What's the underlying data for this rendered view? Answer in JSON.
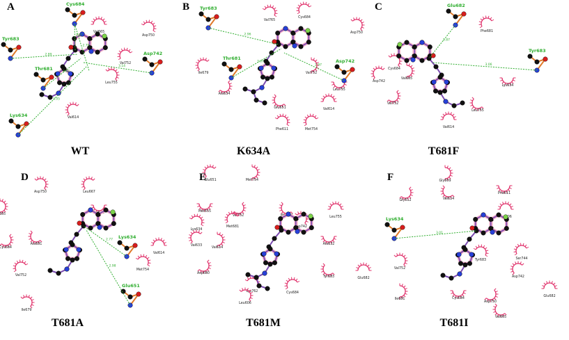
{
  "panels": [
    {
      "label": "A",
      "title": "WT",
      "hbond_residues": [
        "Cys684",
        "Tyr683",
        "Thr681",
        "Asp742",
        "Lys634"
      ],
      "contact_residues": [
        "Val665",
        "Asp750",
        "Val752",
        "Leu755",
        "Val614"
      ],
      "distances": [
        "3.07",
        "2.89",
        "2.97",
        "3.14",
        "3.05",
        "2.79"
      ]
    },
    {
      "label": "B",
      "title": "K634A",
      "hbond_residues": [
        "Tyr683",
        "Thr681",
        "Asp742"
      ],
      "contact_residues": [
        "Val765",
        "Cys684",
        "Asp750",
        "Ile679",
        "Val752",
        "Leu755",
        "Ala634",
        "Glu651",
        "Val614",
        "Phe611",
        "Met754"
      ],
      "distances": [
        "2.96",
        "3.07",
        "2.97"
      ]
    },
    {
      "label": "C",
      "title": "T681F",
      "hbond_residues": [
        "Glu682",
        "Tyr683"
      ],
      "contact_residues": [
        "Phe681",
        "Cys684",
        "Asp742",
        "Val665",
        "Lys634",
        "Val752",
        "Leu755",
        "Val614"
      ],
      "distances": [
        "2.87",
        "3.06"
      ]
    },
    {
      "label": "D",
      "title": "T681A",
      "hbond_residues": [
        "Lys634",
        "Glu651"
      ],
      "contact_residues": [
        "Asp750",
        "Leu667",
        "Val665",
        "Tyr683",
        "Cys684",
        "Ala681",
        "Val614",
        "Met754",
        "Val752",
        "Ile679"
      ],
      "distances": [
        "2.77",
        "2.98"
      ]
    },
    {
      "label": "E",
      "title": "T681M",
      "hbond_residues": [],
      "contact_residues": [
        "Glu651",
        "Met754",
        "Met655",
        "Val752",
        "Met741",
        "Leu755",
        "Lys634",
        "Met681",
        "Asp742",
        "Val633",
        "Val614",
        "Ala632",
        "Asp680",
        "Tyr683",
        "Glu682",
        "Lys762",
        "Cys684",
        "Leu606"
      ],
      "distances": []
    },
    {
      "label": "F",
      "title": "T681I",
      "hbond_residues": [
        "Lys634"
      ],
      "contact_residues": [
        "Gly609",
        "Phe611",
        "Gly612",
        "Val614",
        "Leu606",
        "Tyr683",
        "Ser744",
        "Val752",
        "Asp742",
        "Ile681",
        "Cys684",
        "Asp750",
        "Val665",
        "Glu682"
      ],
      "distances": [
        "3.01"
      ]
    }
  ],
  "colors": {
    "hbond": "#2fae2f",
    "arc": "#e0306a",
    "ligand_bond": "#7b4bb0",
    "residue_bond": "#e07a2a",
    "carbon": "#111111",
    "oxygen": "#d81e1e",
    "nitrogen": "#2840d8",
    "halogen": "#7cd34a"
  }
}
